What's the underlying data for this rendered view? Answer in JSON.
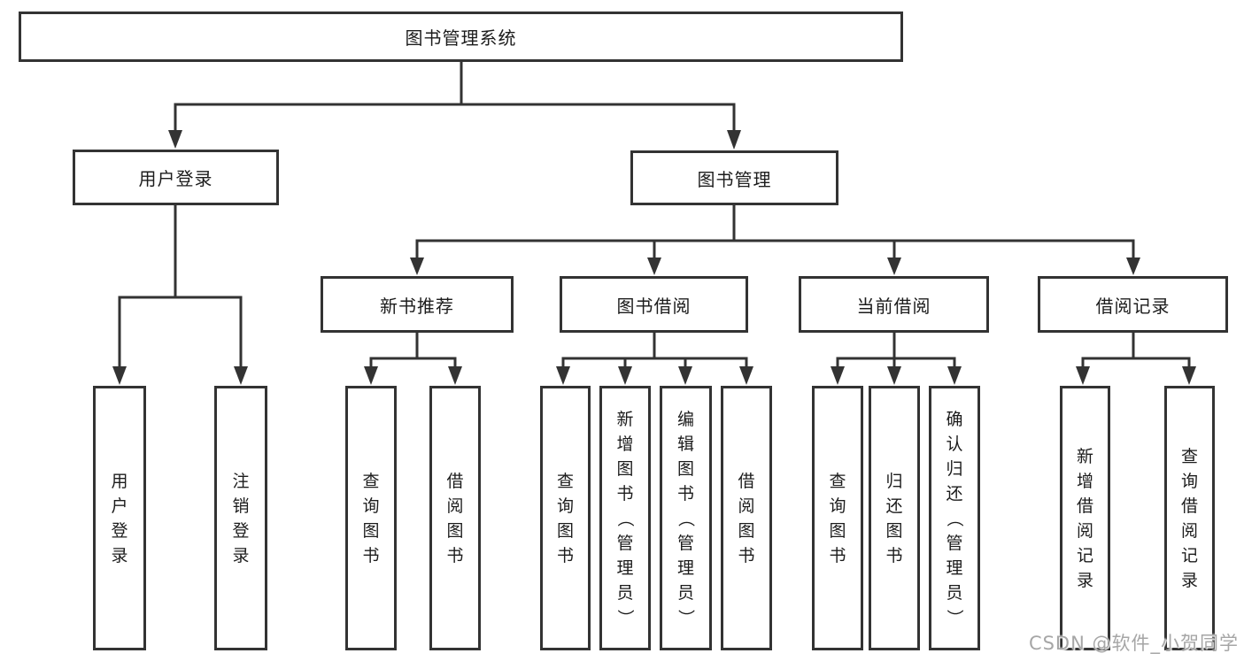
{
  "diagram_type": "hierarchy-tree",
  "colors": {
    "line": "#333333",
    "text": "#1c1c1c",
    "background": "#ffffff",
    "watermark": "#a6a6a6"
  },
  "nodes": {
    "root": "图书管理系统",
    "user_login": "用户登录",
    "book_management": "图书管理",
    "new_book_recommend": "新书推荐",
    "book_borrow": "图书借阅",
    "current_borrow": "当前借阅",
    "borrow_records": "借阅记录",
    "ul_user_login": "用户登录",
    "ul_logout": "注销登录",
    "nb_query_books": "查询图书",
    "nb_borrow_books": "借阅图书",
    "bb_query_books": "查询图书",
    "bb_add_books": "新增图书（管理员）",
    "bb_edit_books": "编辑图书（管理员）",
    "bb_borrow_books": "借阅图书",
    "cb_query_books": "查询图书",
    "cb_return_books": "归还图书",
    "cb_confirm_return": "确认归还（管理员）",
    "br_add_record": "新增借阅记录",
    "br_query_record": "查询借阅记录"
  },
  "hierarchy": {
    "图书管理系统": {
      "用户登录": [
        "用户登录",
        "注销登录"
      ],
      "图书管理": {
        "新书推荐": [
          "查询图书",
          "借阅图书"
        ],
        "图书借阅": [
          "查询图书",
          "新增图书（管理员）",
          "编辑图书（管理员）",
          "借阅图书"
        ],
        "当前借阅": [
          "查询图书",
          "归还图书",
          "确认归还（管理员）"
        ],
        "借阅记录": [
          "新增借阅记录",
          "查询借阅记录"
        ]
      }
    }
  },
  "watermark": "CSDN @软件_小贺同学"
}
